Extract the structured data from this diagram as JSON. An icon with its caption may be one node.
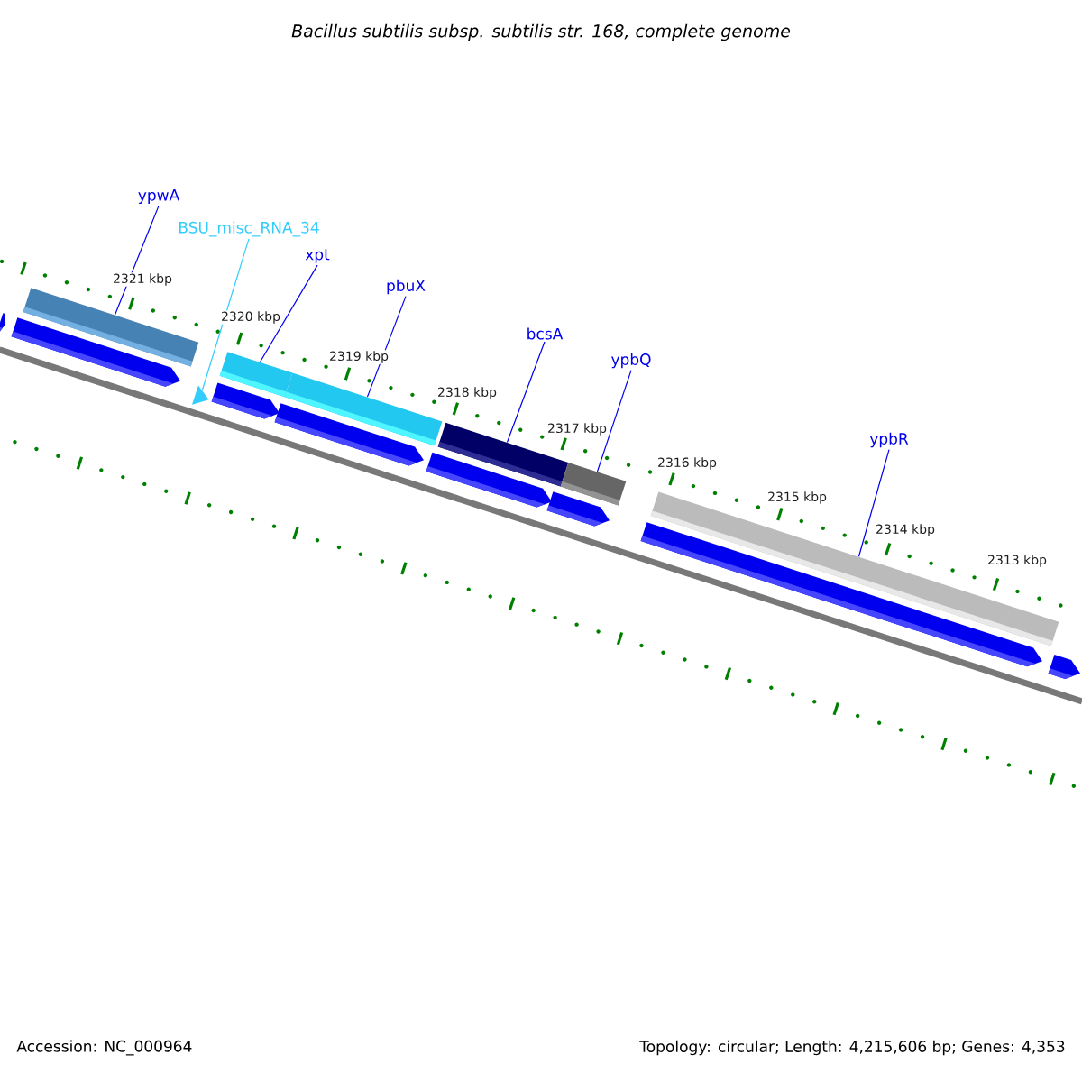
{
  "diagram": {
    "title": "Bacillus subtilis subsp. subtilis str. 168, complete genome",
    "nodes": [
      {
        "text": [
          "ypwA"
        ]
      },
      {
        "text": [
          "BSU_misc_RNA_34"
        ]
      },
      {
        "text": [
          "xpt"
        ]
      },
      {
        "text": [
          "pbuX"
        ]
      },
      {
        "text": [
          "bcsA"
        ]
      },
      {
        "text": [
          "ypbQ"
        ]
      },
      {
        "text": [
          "ypbR"
        ]
      },
      {
        "text": [],
        "shape": "bar"
      },
      {
        "text": [],
        "shape": "triangle"
      },
      {
        "text": [],
        "shape": "bar"
      },
      {
        "text": [],
        "shape": "bar"
      },
      {
        "text": [],
        "shape": "bar"
      },
      {
        "text": [],
        "shape": "bar"
      },
      {
        "text": [],
        "shape": "bar"
      },
      {
        "text": [],
        "shape": "pentagon"
      },
      {
        "text": [],
        "shape": "pentagon"
      },
      {
        "text": [],
        "shape": "pentagon"
      },
      {
        "text": [],
        "shape": "pentagon"
      },
      {
        "text": [],
        "shape": "pentagon"
      },
      {
        "text": [],
        "shape": "pentagon"
      },
      {
        "text": [],
        "shape": "pentagon"
      },
      {
        "text": [],
        "shape": "pentagon"
      }
    ],
    "edges": [
      {
        "from": 0,
        "to": 7,
        "arrow": "none"
      },
      {
        "from": 1,
        "to": 8,
        "arrow": "none",
        "color": "#33ccff"
      },
      {
        "from": 2,
        "to": 9,
        "arrow": "none"
      },
      {
        "from": 3,
        "to": 10,
        "arrow": "none"
      },
      {
        "from": 4,
        "to": 11,
        "arrow": "none"
      },
      {
        "from": 5,
        "to": 12,
        "arrow": "none"
      },
      {
        "from": 6,
        "to": 13,
        "arrow": "none"
      }
    ],
    "labels": [
      "2321 kbp",
      "2320 kbp",
      "2319 kbp",
      "2318 kbp",
      "2317 kbp",
      "2316 kbp",
      "2315 kbp",
      "2314 kbp",
      "2313 kbp",
      "Accession: NC_000964",
      "Topology: circular; Length: 4,215,606 bp; Genes: 4,353"
    ]
  }
}
